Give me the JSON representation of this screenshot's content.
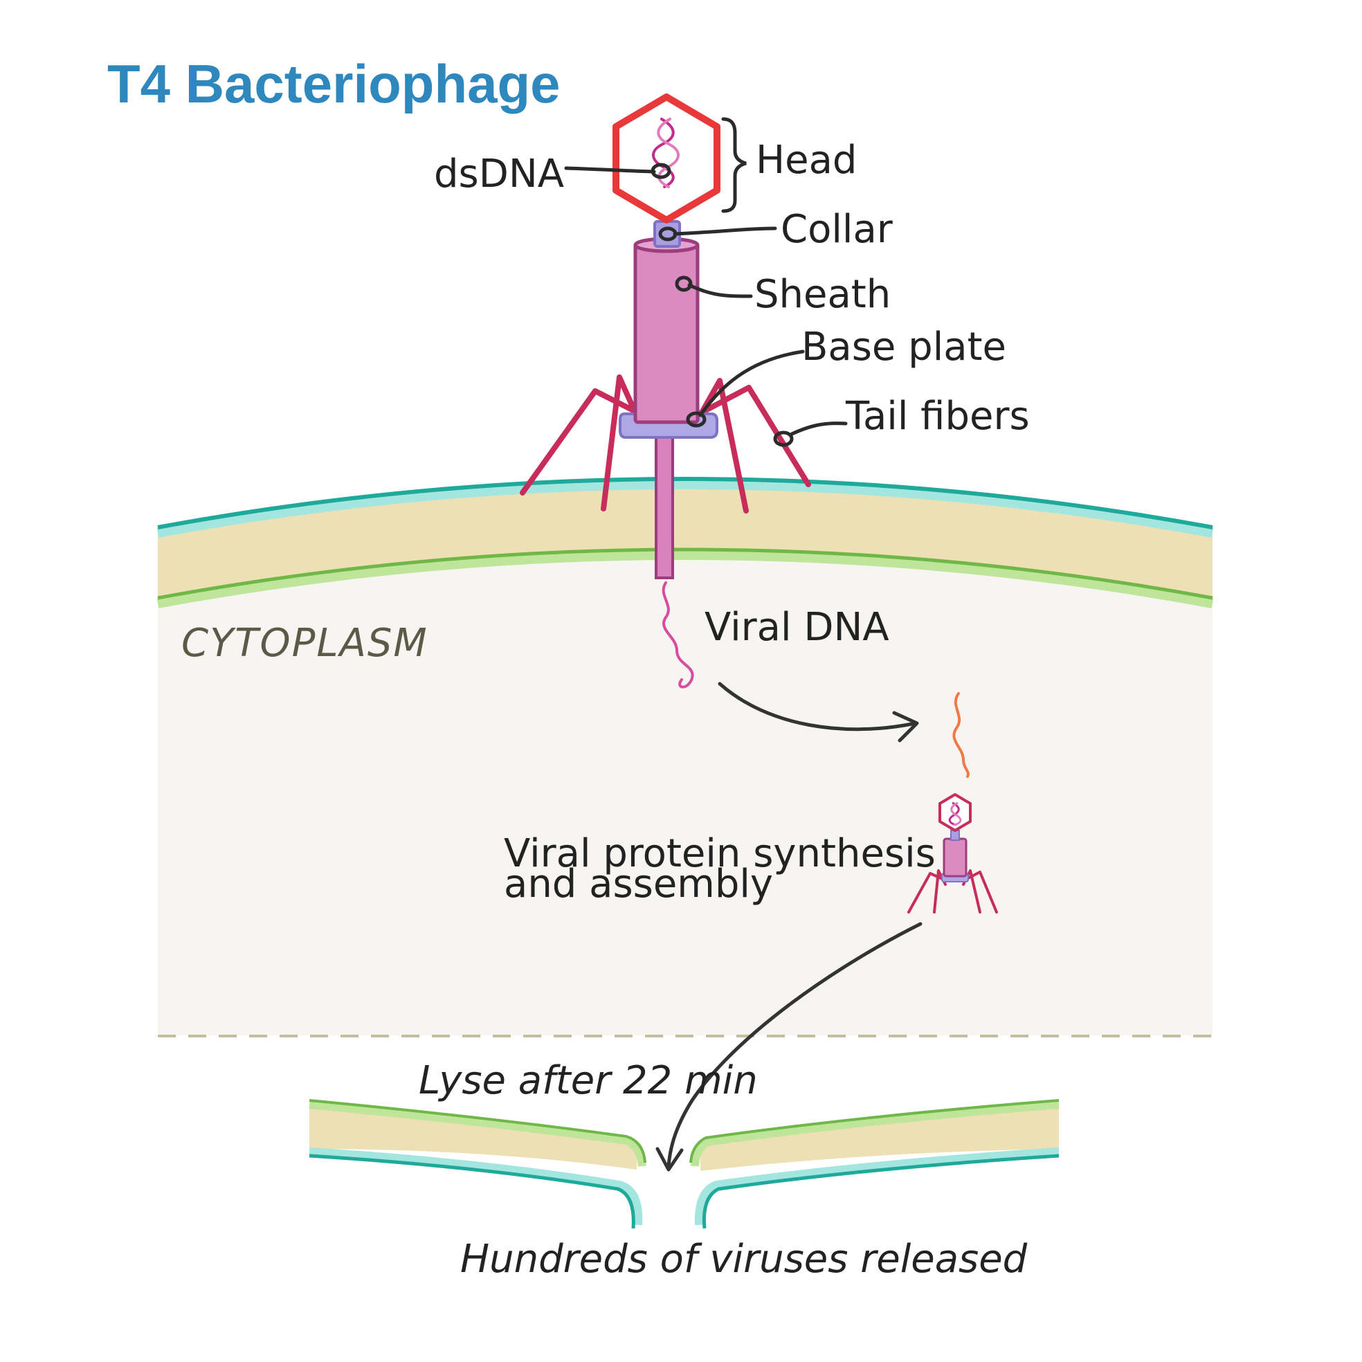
{
  "title": "T4 Bacteriophage",
  "labels": {
    "dsdna": "dsDNA",
    "head": "Head",
    "collar": "Collar",
    "sheath": "Sheath",
    "base_plate": "Base plate",
    "tail_fibers": "Tail fibers",
    "viral_dna": "Viral DNA",
    "cytoplasm": "CYTOPLASM",
    "synthesis_line1": "Viral protein synthesis",
    "synthesis_line2": "and assembly",
    "lyse": "Lyse after 22 min",
    "released": "Hundreds of viruses released"
  },
  "colors": {
    "title": "#2e88bd",
    "capsid_outline": "#e8383a",
    "dna_pink": "#d74c9e",
    "dna_orange": "#ef7a45",
    "sheath_fill": "#db8bbf",
    "sheath_stroke": "#9c3d7e",
    "collar_fill": "#a89ee0",
    "tail_fiber": "#c82c5a",
    "outer_membrane": "#2ab3a8",
    "cell_wall": "#ede0b4",
    "inner_membrane": "#84c95a",
    "cytoplasm": "#f6f5f1"
  }
}
